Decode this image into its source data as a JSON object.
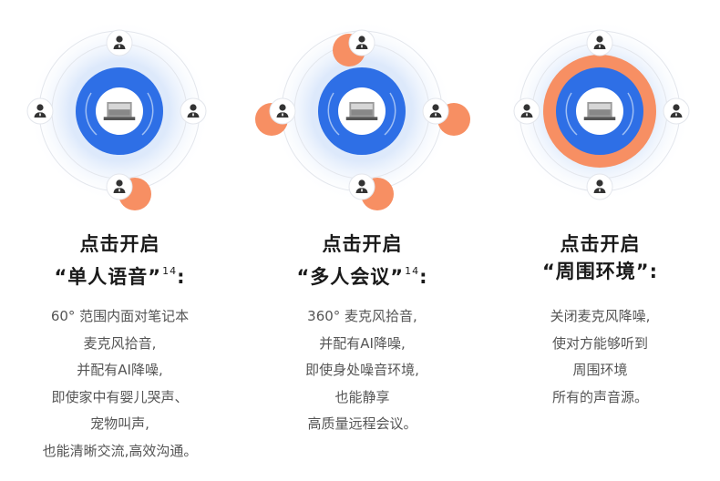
{
  "colors": {
    "blue": "#2e6fe6",
    "orange": "#f78f63",
    "ring_line": "#e3e6ec",
    "glow": "#dde9fb"
  },
  "icons": [
    "user-avatar-icon",
    "laptop-icon"
  ],
  "modes": [
    {
      "title_line1": "点击开启",
      "title_line2": "“单人语音”",
      "title_sup": "14",
      "title_colon": ":",
      "desc": [
        "60° 范围内面对笔记本",
        "麦克风拾音,",
        "并配有AI降噪,",
        "即使家中有婴儿哭声、",
        "宠物叫声,",
        "也能清晰交流,高效沟通。"
      ]
    },
    {
      "title_line1": "点击开启",
      "title_line2": "“多人会议”",
      "title_sup": "14",
      "title_colon": ":",
      "desc": [
        "360° 麦克风拾音,",
        "并配有AI降噪,",
        "即使身处噪音环境,",
        "也能静享",
        "高质量远程会议。"
      ]
    },
    {
      "title_line1": "点击开启",
      "title_line2": "“周围环境”",
      "title_sup": "",
      "title_colon": ":",
      "desc": [
        "关闭麦克风降噪,",
        "使对方能够听到",
        "周围环境",
        "所有的声音源。"
      ]
    }
  ]
}
